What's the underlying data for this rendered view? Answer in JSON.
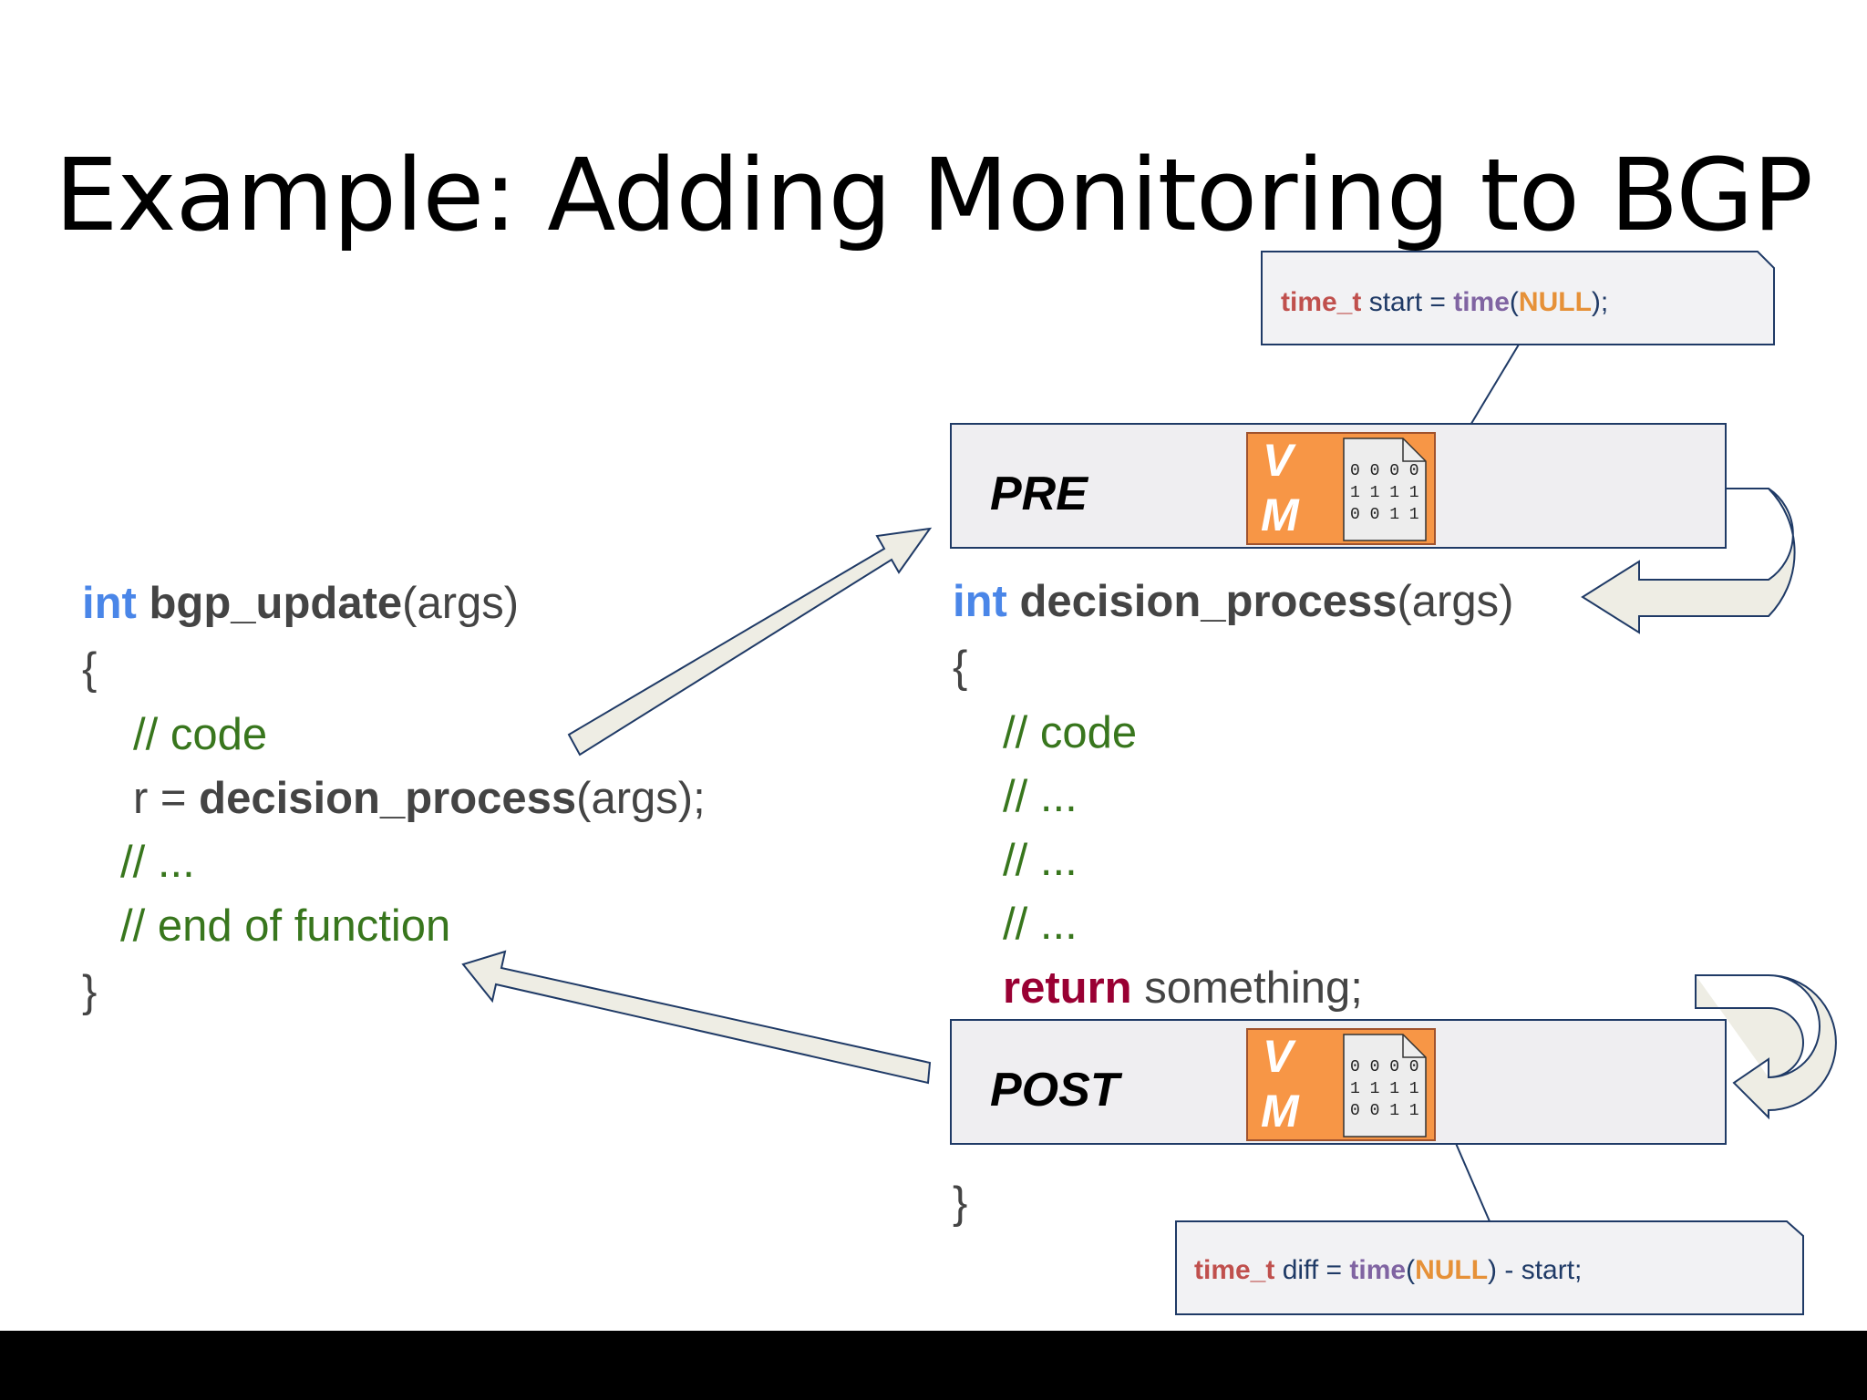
{
  "title": "Example: Adding Monitoring to BGP",
  "left_code": {
    "kw_int": "int",
    "fn_name": "bgp_update",
    "args": "(args)",
    "open_brace": "{",
    "comment_code": "// code",
    "assign_prefix": "r = ",
    "call_fn": "decision_process",
    "call_args": "(args);",
    "comment_ellipsis": "// ...",
    "comment_end": "// end of function",
    "close_brace": "}"
  },
  "right_code": {
    "kw_int": "int",
    "fn_name": "decision_process",
    "args": "(args)",
    "open_brace": "{",
    "comment_code": "// code",
    "comment_1": "// ...",
    "comment_2": "// ...",
    "comment_3": "// ...",
    "kw_return": "return",
    "return_value": " something;",
    "close_brace": "}"
  },
  "hooks": {
    "pre": {
      "label": "PRE",
      "vm_v": "V",
      "vm_m": "M",
      "bits": [
        "0 0 0 0",
        "1 1 1 1",
        "0 0 1 1"
      ]
    },
    "post": {
      "label": "POST",
      "vm_v": "V",
      "vm_m": "M",
      "bits": [
        "0 0 0 0",
        "1 1 1 1",
        "0 0 1 1"
      ]
    }
  },
  "callout_pre": {
    "type": "time_t",
    "var": " start = ",
    "fn": "time",
    "open": "(",
    "null": "NULL",
    "close": ");"
  },
  "callout_post": {
    "type": "time_t",
    "var": " diff = ",
    "fn": "time",
    "open": "(",
    "null": "NULL",
    "close": ") - start;"
  },
  "colors": {
    "keyword": "#4a86e8",
    "comment": "#38761d",
    "return_keyword": "#990033",
    "vm_fill": "#f79646",
    "hook_fill": "#efeef1",
    "hook_border": "#1f3a66",
    "arrow_fill": "#eeede4"
  }
}
